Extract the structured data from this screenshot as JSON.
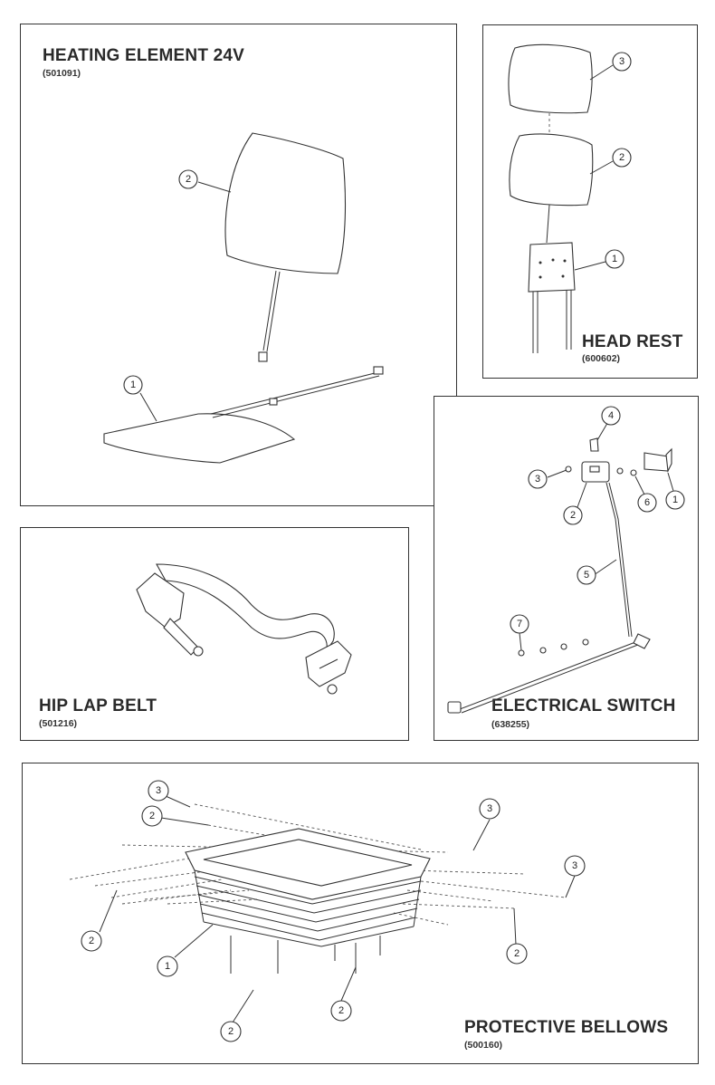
{
  "panels": {
    "heating": {
      "title": "HEATING ELEMENT 24V",
      "part_no": "(501091)",
      "callouts": [
        "1",
        "2"
      ]
    },
    "headrest": {
      "title": "HEAD REST",
      "part_no": "(600602)",
      "callouts": [
        "1",
        "2",
        "3"
      ]
    },
    "lapbelt": {
      "title": "HIP LAP BELT",
      "part_no": "(501216)"
    },
    "switch": {
      "title": "ELECTRICAL SWITCH",
      "part_no": "(638255)",
      "callouts": [
        "1",
        "2",
        "3",
        "4",
        "5",
        "6",
        "7"
      ]
    },
    "bellows": {
      "title": "PROTECTIVE BELLOWS",
      "part_no": "(500160)",
      "callouts": [
        "1",
        "2",
        "3"
      ]
    }
  }
}
